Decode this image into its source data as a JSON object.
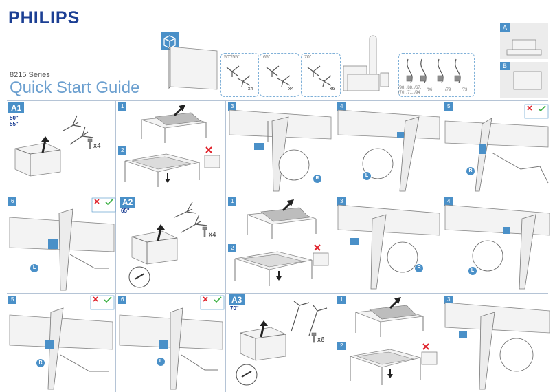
{
  "header": {
    "brand": "PHILIPS",
    "series": "8215 Series",
    "title": "Quick Start Guide"
  },
  "box_contents": {
    "stand_sizes": [
      {
        "label": "50\"/55\"",
        "qty": "x4"
      },
      {
        "label": "65\"",
        "qty": "x4"
      },
      {
        "label": "70\"",
        "qty": "x6"
      }
    ],
    "cables": [
      "/98, /88, /67, /70, /71, /94",
      "/96",
      "/79",
      "/73"
    ]
  },
  "sides": {
    "a": "A",
    "b": "B"
  },
  "sections": [
    {
      "label": "A1",
      "sizes": [
        "50\"",
        "55\""
      ],
      "screw_qty": "x4"
    },
    {
      "label": "A2",
      "sizes": [
        "65\""
      ],
      "screw_qty": "x4"
    },
    {
      "label": "A3",
      "sizes": [
        "70\""
      ],
      "screw_qty": "x6"
    }
  ],
  "steps": [
    "1",
    "2",
    "3",
    "4",
    "5",
    "6"
  ],
  "sides_lr": {
    "left": "L",
    "right": "R"
  },
  "colors": {
    "accent": "#4a90c8",
    "brand": "#1c3f94",
    "title": "#6b9fcf"
  }
}
